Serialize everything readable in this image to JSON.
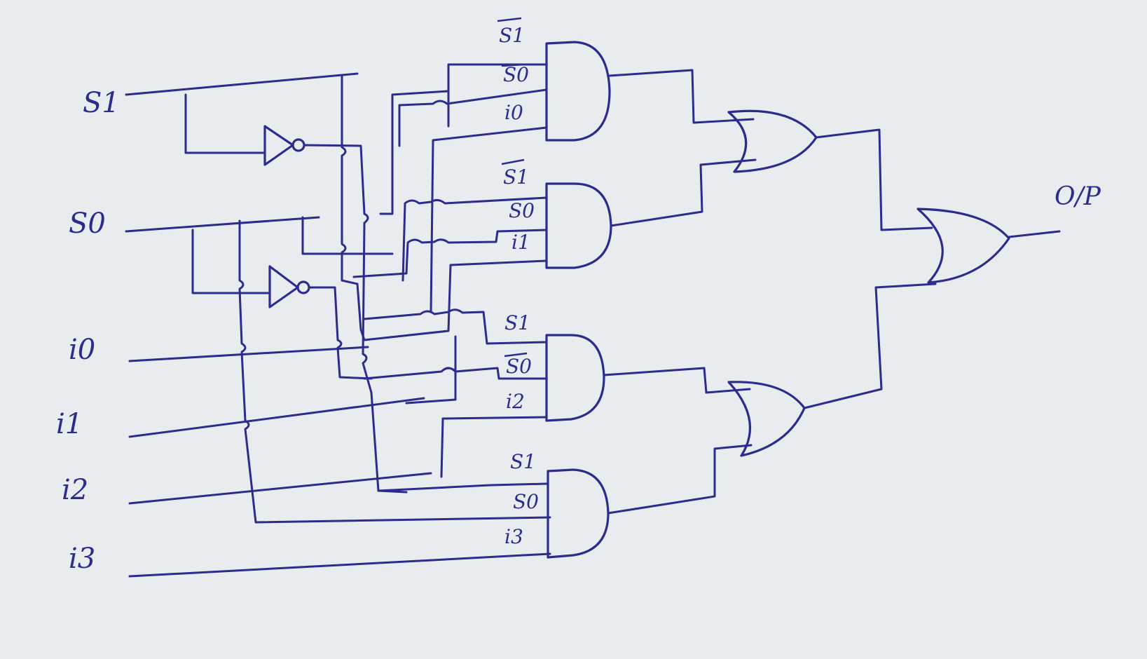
{
  "diagram": {
    "inputs": [
      {
        "key": "s1",
        "label": "S1"
      },
      {
        "key": "s0",
        "label": "S0"
      },
      {
        "key": "i0",
        "label": "i0"
      },
      {
        "key": "i1",
        "label": "i1"
      },
      {
        "key": "i2",
        "label": "i2"
      },
      {
        "key": "i3",
        "label": "i3"
      }
    ],
    "and_gates": [
      {
        "inputs": [
          {
            "label": "S1",
            "negated": true
          },
          {
            "label": "S0",
            "negated": true
          },
          {
            "label": "i0",
            "negated": false
          }
        ]
      },
      {
        "inputs": [
          {
            "label": "S1",
            "negated": true
          },
          {
            "label": "S0",
            "negated": false
          },
          {
            "label": "i1",
            "negated": false
          }
        ]
      },
      {
        "inputs": [
          {
            "label": "S1",
            "negated": false
          },
          {
            "label": "S0",
            "negated": true
          },
          {
            "label": "i2",
            "negated": false
          }
        ]
      },
      {
        "inputs": [
          {
            "label": "S1",
            "negated": false
          },
          {
            "label": "S0",
            "negated": false
          },
          {
            "label": "i3",
            "negated": false
          }
        ]
      }
    ],
    "output_label": "O/P"
  },
  "colors": {
    "ink": "#2c2c8c",
    "paper": "#e9ecef"
  }
}
